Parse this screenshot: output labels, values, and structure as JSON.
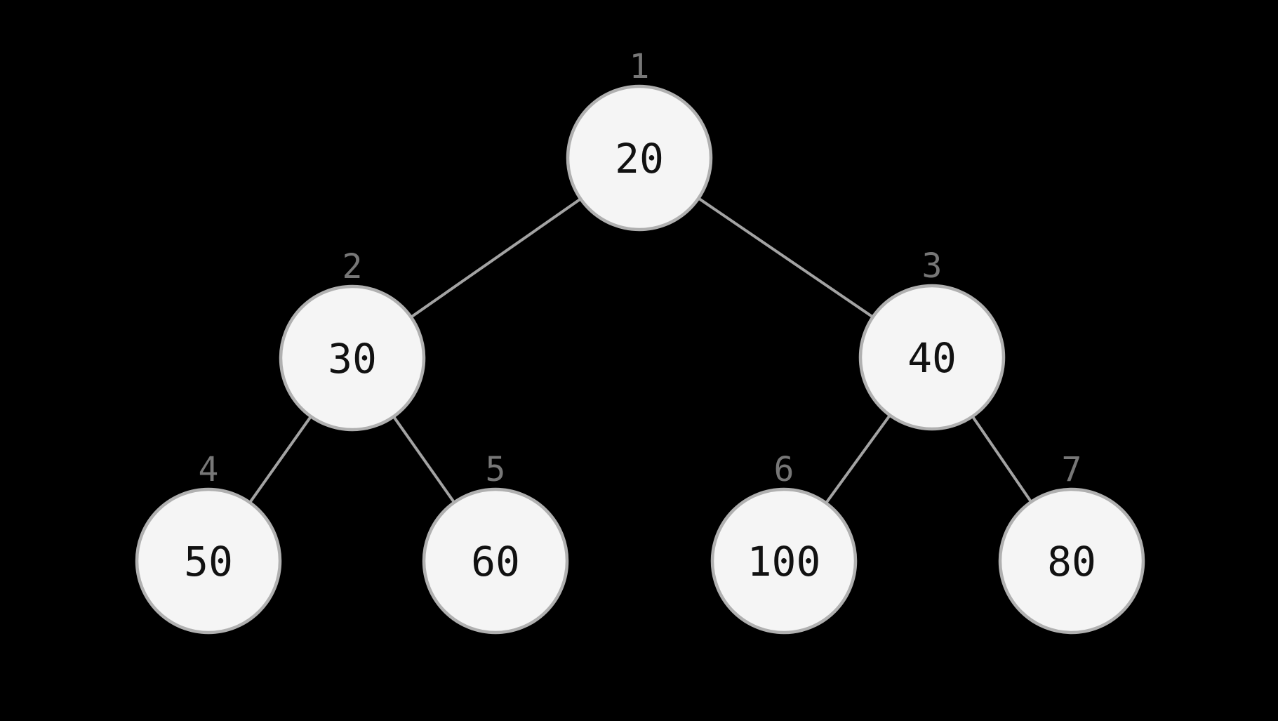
{
  "colors": {
    "background": "#000000",
    "node_fill": "#f5f5f5",
    "node_border": "#b0b0b0",
    "edge": "#a3a3a3",
    "value_text": "#111111",
    "index_text": "#777777"
  },
  "tree": {
    "nodes": [
      {
        "index": "1",
        "value": "20"
      },
      {
        "index": "2",
        "value": "30"
      },
      {
        "index": "3",
        "value": "40"
      },
      {
        "index": "4",
        "value": "50"
      },
      {
        "index": "5",
        "value": "60"
      },
      {
        "index": "6",
        "value": "100"
      },
      {
        "index": "7",
        "value": "80"
      }
    ],
    "edges": [
      {
        "from": "1",
        "to": "2"
      },
      {
        "from": "1",
        "to": "3"
      },
      {
        "from": "2",
        "to": "4"
      },
      {
        "from": "2",
        "to": "5"
      },
      {
        "from": "3",
        "to": "6"
      },
      {
        "from": "3",
        "to": "7"
      }
    ]
  }
}
